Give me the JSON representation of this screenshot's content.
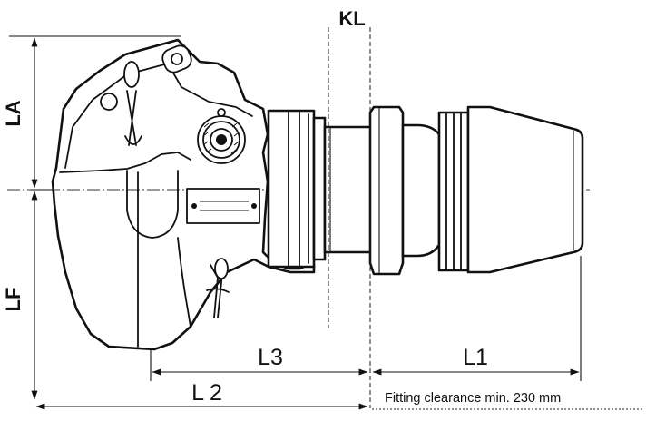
{
  "labels": {
    "kl": "KL",
    "la": "LA",
    "lf": "LF",
    "l1": "L1",
    "l2": "L 2",
    "l3": "L3"
  },
  "note": "Fitting clearance min. 230 mm"
}
